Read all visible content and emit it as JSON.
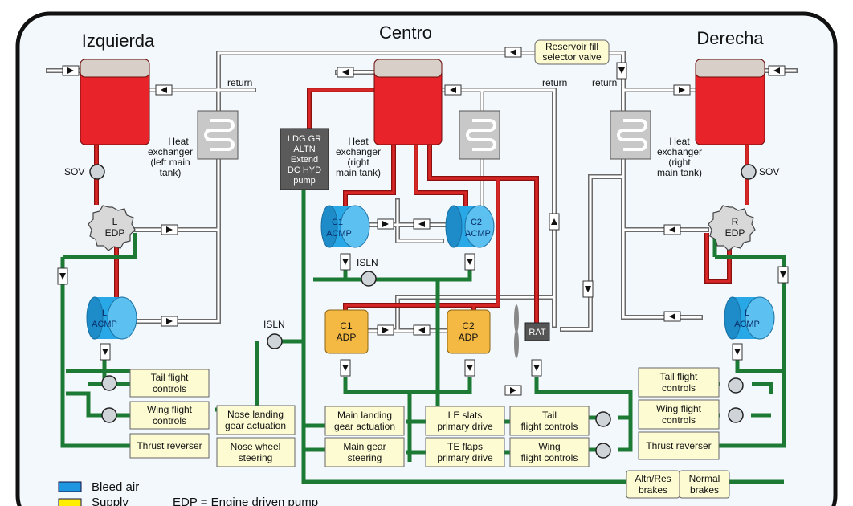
{
  "titles": {
    "left": "Izquierda",
    "center": "Centro",
    "right": "Derecha"
  },
  "reservoir_fill": [
    "Reservoir fill",
    "selector valve"
  ],
  "labels": {
    "return": "return",
    "sov": "SOV",
    "isln": "ISLN",
    "rat": "RAT",
    "heat_left": [
      "Heat",
      "exchanger",
      "(left main",
      "tank)"
    ],
    "heat_center": [
      "Heat",
      "exchanger",
      "(right",
      "main tank)"
    ],
    "heat_right": [
      "Heat",
      "exchanger",
      "(right",
      "main tank)"
    ],
    "dc_pump": [
      "LDG GR",
      "ALTN",
      "Extend",
      "DC HYD",
      "pump"
    ]
  },
  "pumps": {
    "l_edp": [
      "L",
      "EDP"
    ],
    "r_edp": [
      "R",
      "EDP"
    ],
    "l_acmp": [
      "L",
      "ACMP"
    ],
    "r_acmp": [
      "L",
      "ACMP"
    ],
    "c1_acmp": [
      "C1",
      "ACMP"
    ],
    "c2_acmp": [
      "C2",
      "ACMP"
    ],
    "c1_adp": [
      "C1",
      "ADP"
    ],
    "c2_adp": [
      "C2",
      "ADP"
    ]
  },
  "consumers": {
    "left_tail": [
      "Tail flight",
      "controls"
    ],
    "left_wing": [
      "Wing flight",
      "controls"
    ],
    "left_thrust": [
      "Thrust reverser"
    ],
    "nose_gear": [
      "Nose landing",
      "gear actuation"
    ],
    "nose_steer": [
      "Nose wheel",
      "steering"
    ],
    "main_gear": [
      "Main landing",
      "gear actuation"
    ],
    "main_steer": [
      "Main gear",
      "steering"
    ],
    "le_slats": [
      "LE slats",
      "primary drive"
    ],
    "te_flaps": [
      "TE flaps",
      "primary drive"
    ],
    "center_tail": [
      "Tail",
      "flight controls"
    ],
    "center_wing": [
      "Wing",
      "flight controls"
    ],
    "right_tail": [
      "Tail flight",
      "controls"
    ],
    "right_wing": [
      "Wing flight",
      "controls"
    ],
    "right_thrust": [
      "Thrust reverser"
    ],
    "altn_brakes": [
      "Altn/Res",
      "brakes"
    ],
    "normal_brakes": [
      "Normal",
      "brakes"
    ]
  },
  "legend": {
    "items": [
      {
        "label": "Bleed air",
        "color": "#1e96e0"
      },
      {
        "label": "Supply",
        "color": "#ffee00"
      }
    ],
    "note": "EDP = Engine driven pump"
  },
  "colors": {
    "pressure": "#c81e1e",
    "return": "#2e9646",
    "reservoir": "#e8232a",
    "pump_blue": "#29a8e8",
    "adp_orange": "#f4b942",
    "box_fill": "#fdfbd2"
  }
}
